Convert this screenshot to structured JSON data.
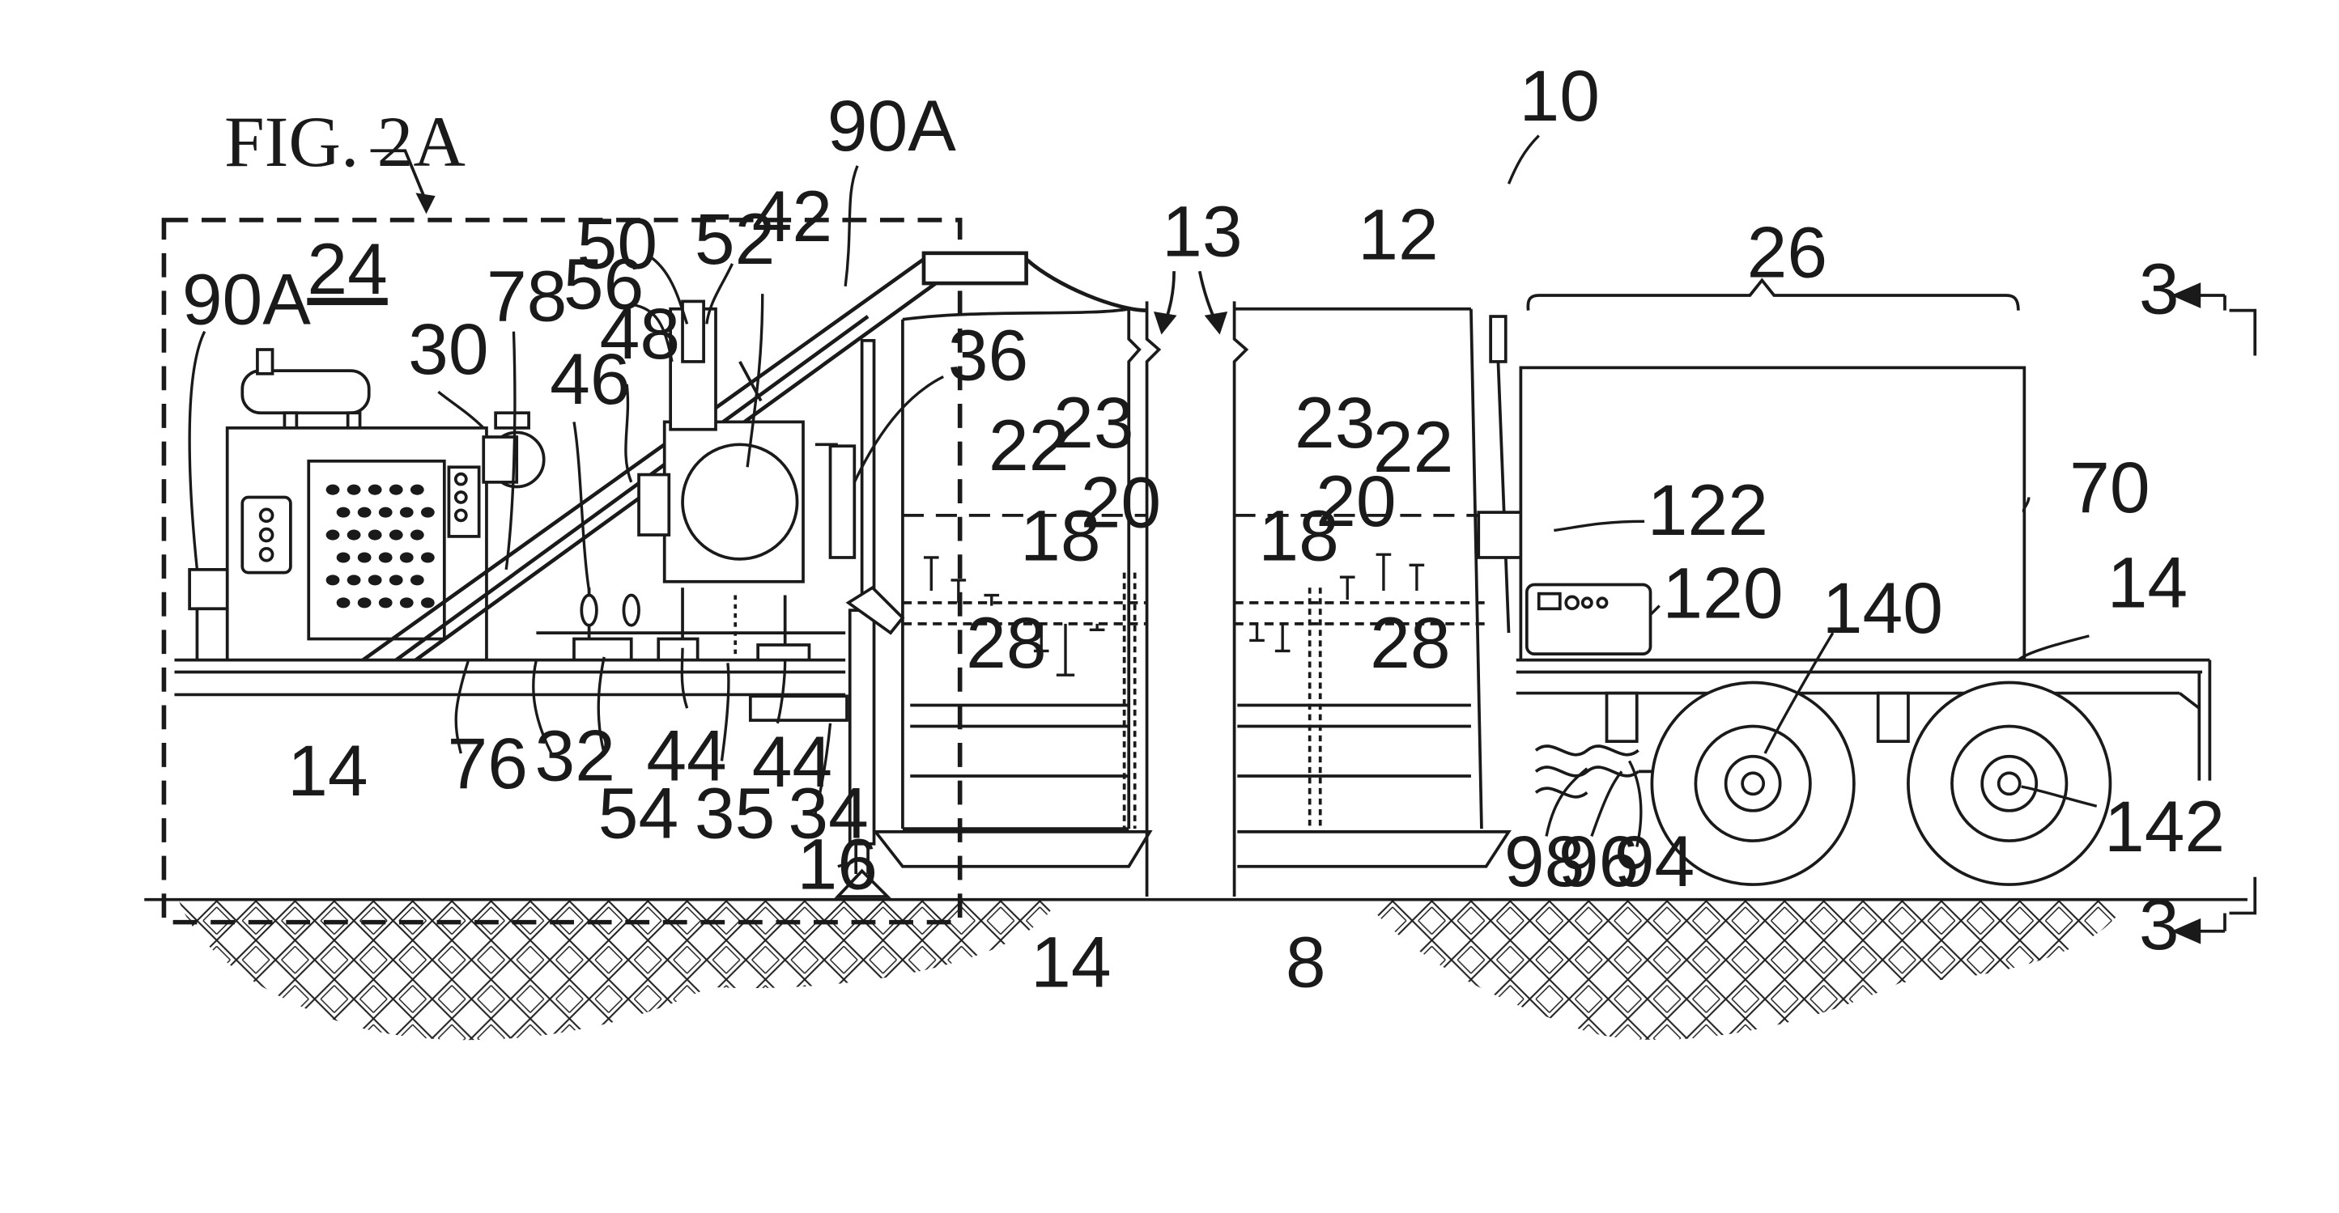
{
  "figure": {
    "caption_ref": "FIG. 2A",
    "labels": {
      "l10": "10",
      "l90a_top": "90A",
      "l90a_left": "90A",
      "l24": "24",
      "l30": "30",
      "l78": "78",
      "l50": "50",
      "l52": "52",
      "l56": "56",
      "l48": "48",
      "l46": "46",
      "l42": "42",
      "l36": "36",
      "l13": "13",
      "l12": "12",
      "l26": "26",
      "l3_top": "3",
      "l3_bottom": "3",
      "l22_left": "22",
      "l23_left": "23",
      "l20_left": "20",
      "l18_left": "18",
      "l23_right": "23",
      "l22_right": "22",
      "l20_right": "20",
      "l18_right": "18",
      "l122": "122",
      "l70": "70",
      "l120": "120",
      "l14_right": "14",
      "l140": "140",
      "l28_left": "28",
      "l28_right": "28",
      "l14_left": "14",
      "l76": "76",
      "l32": "32",
      "l44_a": "44",
      "l44_b": "44",
      "l54": "54",
      "l35": "35",
      "l34": "34",
      "l16": "16",
      "l14_bottom": "14",
      "l8": "8",
      "l98": "98",
      "l96": "96",
      "l94": "94",
      "l142": "142"
    }
  }
}
